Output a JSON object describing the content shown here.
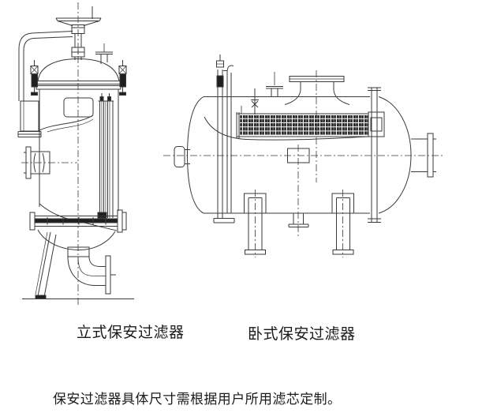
{
  "figure": {
    "labels": {
      "left": "立式保安过滤器",
      "right": "卧式保安过滤器"
    },
    "caption": "保安过滤器具体尺寸需根据用户所用滤芯定制。",
    "drawings": [
      {
        "id": "vertical-security-filter",
        "label": "立式保安过滤器"
      },
      {
        "id": "horizontal-security-filter",
        "label": "卧式保安过滤器"
      }
    ],
    "colors": {
      "background": "#ffffff",
      "line": "#3a3a3a",
      "dark_fill": "#1f1f1f",
      "text": "#1a1a1a"
    }
  }
}
